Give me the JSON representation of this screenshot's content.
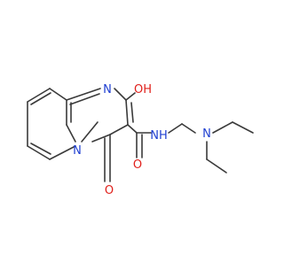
{
  "molecule": {
    "atom_labels": {
      "ring_n_top": "N",
      "ring_n_fused": "N",
      "hydroxyl": "OH",
      "ring_carbonyl_o": "O",
      "amide_o": "O",
      "amide_nh": "NH",
      "amine_n": "N"
    },
    "colors": {
      "bond": "#3a3a3a",
      "nitrogen": "#1f3fd1",
      "oxygen": "#e0201b"
    }
  }
}
